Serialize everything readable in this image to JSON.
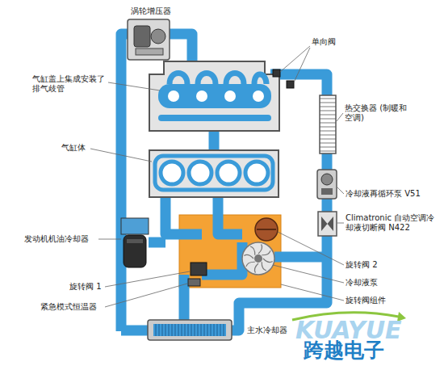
{
  "diagram": {
    "labels": [
      "涡轮增压器",
      "气缸盖上集成安装了排气歧管",
      "单向阀",
      "热交换器 (制暖和空调)",
      "气缸体",
      "冷却液再循环泵 V51",
      "发动机机油冷却器",
      "Climatronic 自动空调冷却液切断阀 N422",
      "旋转阀 2",
      "旋转阀 1",
      "冷却液泵",
      "紧急模式恒温器",
      "旋转阀组件",
      "主水冷却器",
      "KUAYUE",
      "跨越电子"
    ]
  }
}
